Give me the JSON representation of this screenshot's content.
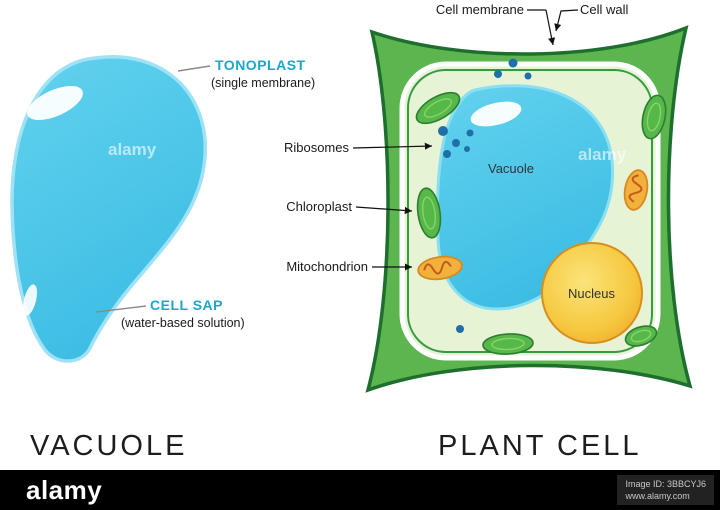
{
  "left_panel": {
    "title": "VACUOLE",
    "labels": {
      "tonoplast": "TONOPLAST",
      "tonoplast_sub": "(single membrane)",
      "cell_sap": "CELL SAP",
      "cell_sap_sub": "(water-based solution)"
    }
  },
  "right_panel": {
    "title": "PLANT CELL",
    "labels": {
      "cell_membrane": "Cell membrane",
      "cell_wall": "Cell wall",
      "ribosomes": "Ribosomes",
      "chloroplast": "Chloroplast",
      "mitochondrion": "Mitochondrion",
      "vacuole": "Vacuole",
      "nucleus": "Nucleus"
    }
  },
  "watermark": "alamy",
  "footer": {
    "logo": "alamy",
    "image_id": "Image ID: 3BBCYJ6",
    "url": "www.alamy.com"
  },
  "colors": {
    "vacuole_fill": "#48c6e8",
    "vacuole_edge": "#9fe2f5",
    "cell_wall_green": "#5cb54e",
    "cell_wall_edge": "#1e6e2e",
    "cytoplasm": "#e6f4d5",
    "nucleus_yellow": "#f6c83f",
    "chloroplast_green": "#55b94a",
    "mitochondrion_orange": "#f2b13c",
    "ribosome_blue": "#1f6fa8",
    "label_teal": "#1ba7cb"
  }
}
